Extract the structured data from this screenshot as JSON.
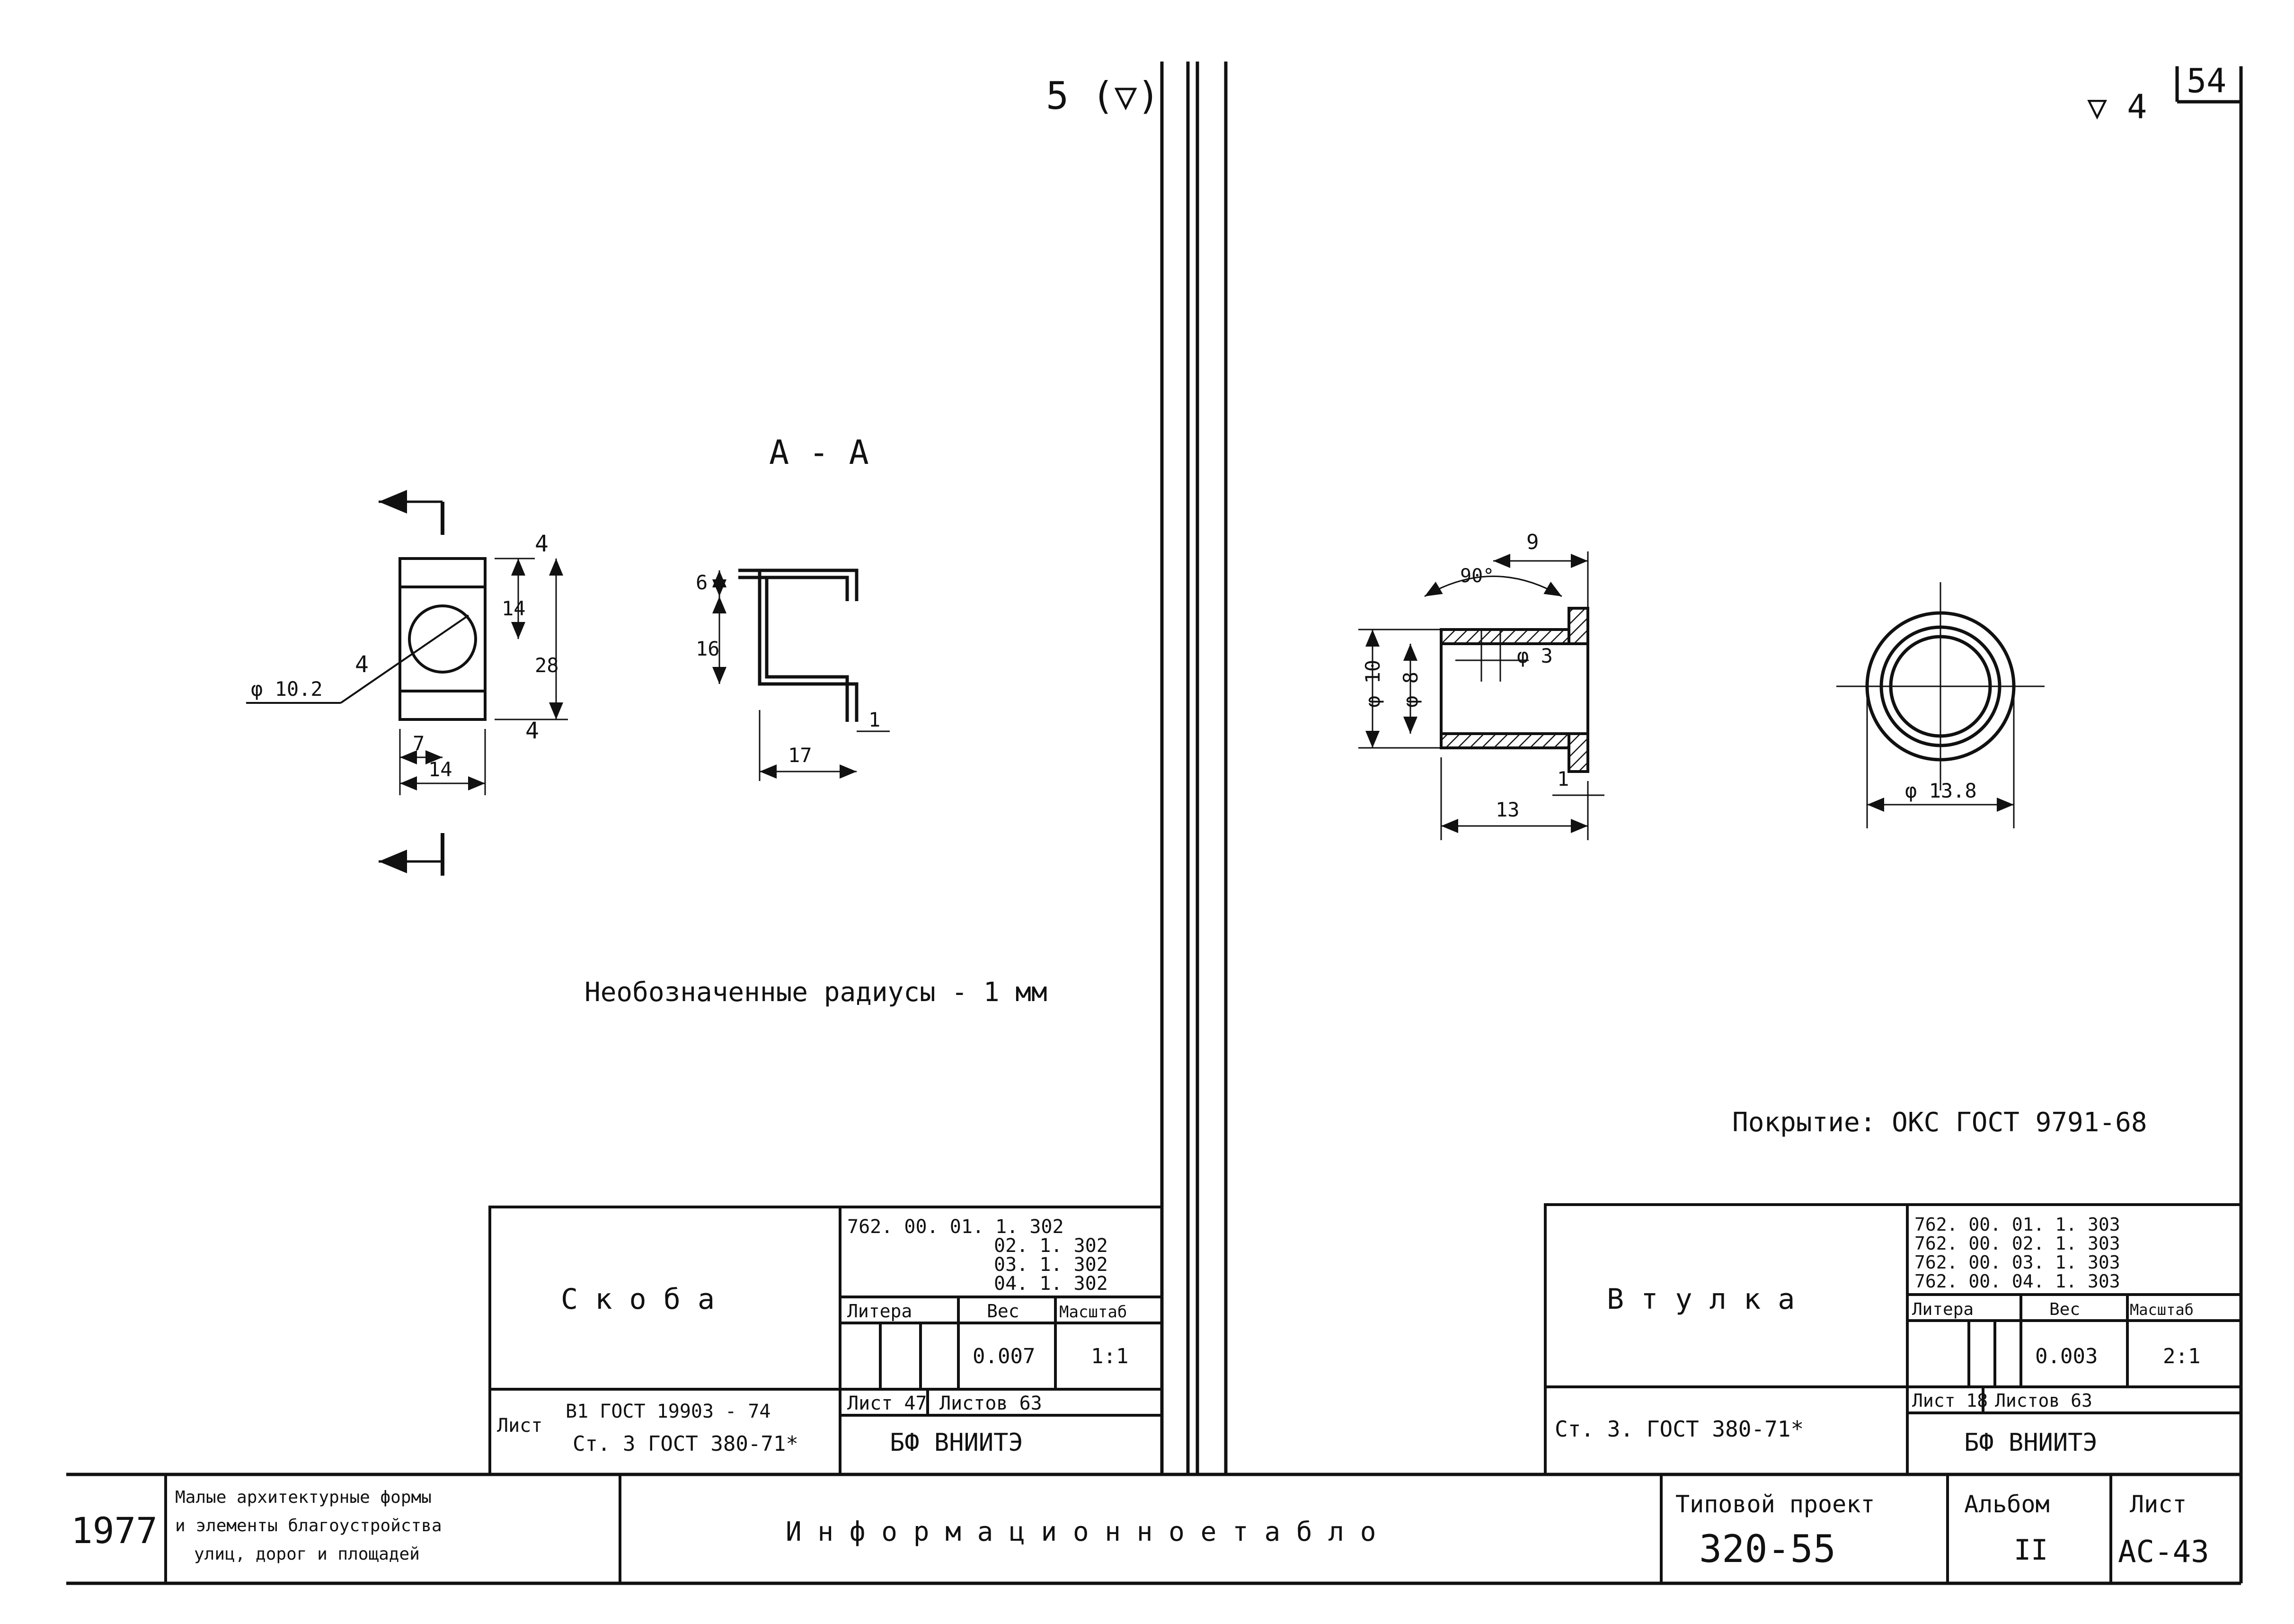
{
  "sheet": {
    "page_number": "54",
    "top_mark_left": "5 (▽)",
    "top_mark_right": "▽ 4"
  },
  "part1": {
    "section_label": "А - А",
    "roughness": [
      "4",
      "4",
      "4"
    ],
    "dimensions": {
      "hole_dia": "φ 10.2",
      "height_top": "14",
      "height_total": "28",
      "width_half": "7",
      "width": "14",
      "side_top": "6",
      "side_mid": "16",
      "base": "17",
      "thickness": "1"
    },
    "note": "Необозначенные радиусы - 1 мм",
    "title_block": {
      "name": "С к о б а",
      "codes": [
        "762. 00. 01. 1. 302",
        "02. 1. 302",
        "03. 1. 302",
        "04. 1. 302"
      ],
      "litera_label": "Литера",
      "weight_label": "Вес",
      "scale_label": "Масштаб",
      "weight": "0.007",
      "scale": "1:1",
      "sheet_label": "Лист 47",
      "sheets_label": "Листов 63",
      "material_prefix": "Лист",
      "material_line1": "В1 ГОСТ 19903 - 74",
      "material_line2": "Ст. 3   ГОСТ 380-71*",
      "org": "БФ   ВНИИТЭ"
    }
  },
  "part2": {
    "dimensions": {
      "chamfer_angle": "90°",
      "flange_length": "9",
      "hole": "φ 3",
      "outer_dia": "φ 10",
      "inner_dia": "φ 8",
      "length": "13",
      "flange_thick": "1",
      "flange_dia": "φ 13.8"
    },
    "coating": "Покрытие: ОКС ГОСТ 9791-68",
    "title_block": {
      "name": "В т у л к а",
      "codes": [
        "762. 00. 01. 1. 303",
        "762. 00. 02. 1. 303",
        "762. 00. 03. 1. 303",
        "762. 00. 04. 1. 303"
      ],
      "litera_label": "Литера",
      "weight_label": "Вес",
      "scale_label": "Масштаб",
      "weight": "0.003",
      "scale": "2:1",
      "sheet_label": "Лист 18",
      "sheets_label": "Листов 63",
      "material": "Ст. 3. ГОСТ 380-71*",
      "org": "БФ   ВНИИТЭ"
    }
  },
  "footer": {
    "year": "1977",
    "series_line1": "Малые архитектурные формы",
    "series_line2": "и элементы благоустройства",
    "series_line3": "улиц, дорог и площадей",
    "title": "И н ф о р м а ц и о н н о е   т а б л о",
    "project_label": "Типовой проект",
    "project_number": "320-55",
    "album_label": "Альбом",
    "album_number": "II",
    "sheet_label": "Лист",
    "sheet_number": "АС-43"
  }
}
